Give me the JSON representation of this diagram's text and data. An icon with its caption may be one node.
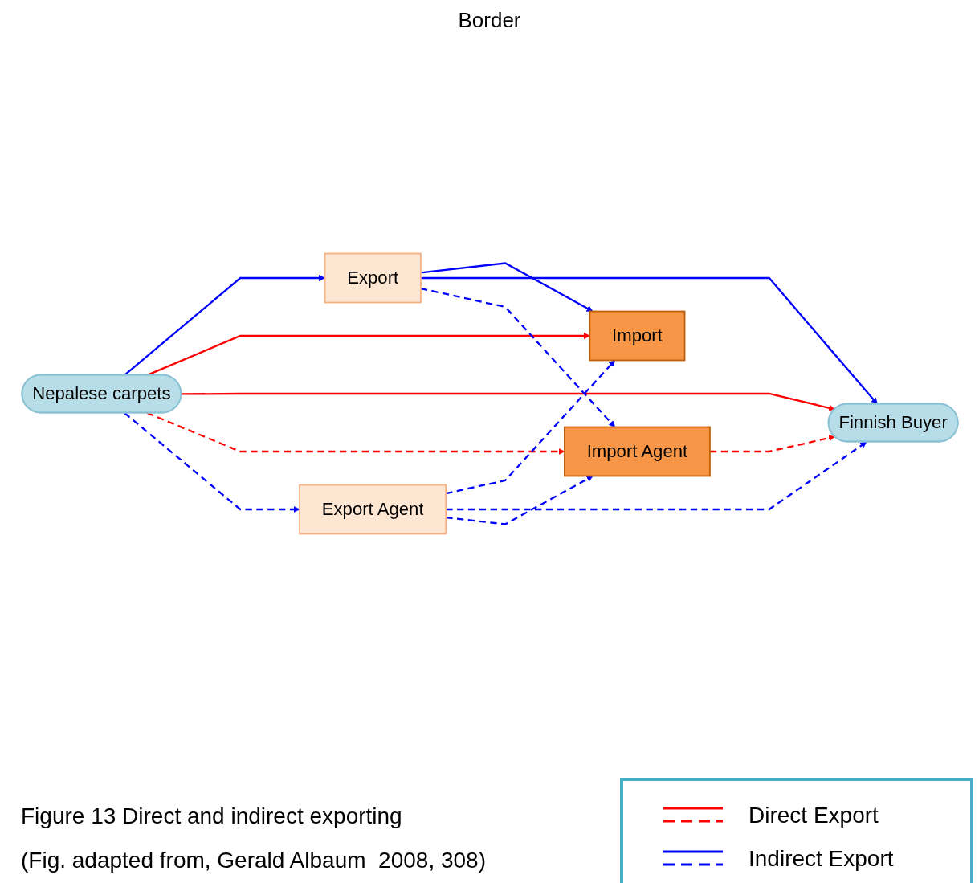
{
  "diagram": {
    "caption": "Figure 13 Direct and indirect exporting",
    "nodes": [
      {
        "text": [
          "Export"
        ]
      },
      {
        "text": [
          "Import"
        ]
      },
      {
        "text": [
          "Nepalese carpets"
        ]
      },
      {
        "text": [
          "Finnish Buyer"
        ]
      },
      {
        "text": [
          "Export Agent"
        ]
      },
      {
        "text": [
          "Import Agent"
        ]
      }
    ],
    "edges": [
      {
        "from": 0,
        "to": 1,
        "arrow": "to"
      },
      {
        "from": 0,
        "to": 3,
        "arrow": "to"
      },
      {
        "from": 2,
        "to": 0,
        "arrow": "to"
      },
      {
        "from": 2,
        "to": 1,
        "arrow": "to",
        "color": "#ff0000"
      },
      {
        "from": 2,
        "to": 3,
        "arrow": "to",
        "color": "#ff0000"
      },
      {
        "from": 2,
        "to": 5,
        "arrow": "to",
        "style": "dashed",
        "color": "#ff0000"
      },
      {
        "from": 2,
        "to": 4,
        "arrow": "to",
        "style": "dashed"
      },
      {
        "from": 0,
        "to": 5,
        "arrow": "to",
        "style": "dashed"
      },
      {
        "from": 4,
        "to": 1,
        "arrow": "to",
        "style": "dashed"
      },
      {
        "from": 4,
        "to": 3,
        "arrow": "to",
        "style": "dashed"
      },
      {
        "from": 4,
        "to": 5,
        "arrow": "to",
        "style": "dashed"
      },
      {
        "from": 5,
        "to": 3,
        "arrow": "to",
        "style": "dashed",
        "color": "#ff0000"
      }
    ],
    "labels": [
      "Border",
      "(Fig. adapted from, Gerald Albaum  2008, 308)"
    ],
    "legend": [
      {
        "text": "Direct Export"
      },
      {
        "text": "Indirect Export"
      }
    ]
  }
}
